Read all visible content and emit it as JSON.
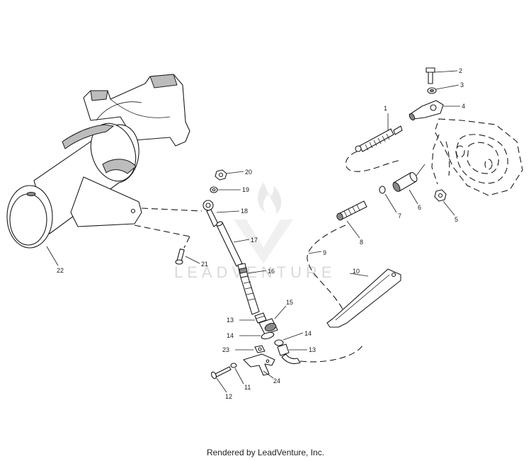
{
  "diagram": {
    "watermark": "LEADVENTURE",
    "callouts": [
      "1",
      "2",
      "3",
      "4",
      "5",
      "6",
      "7",
      "8",
      "9",
      "10",
      "11",
      "12",
      "13",
      "13",
      "14",
      "14",
      "15",
      "16",
      "17",
      "18",
      "19",
      "20",
      "21",
      "22",
      "23",
      "24"
    ]
  },
  "footer": {
    "text": "Rendered by LeadVenture, Inc."
  }
}
